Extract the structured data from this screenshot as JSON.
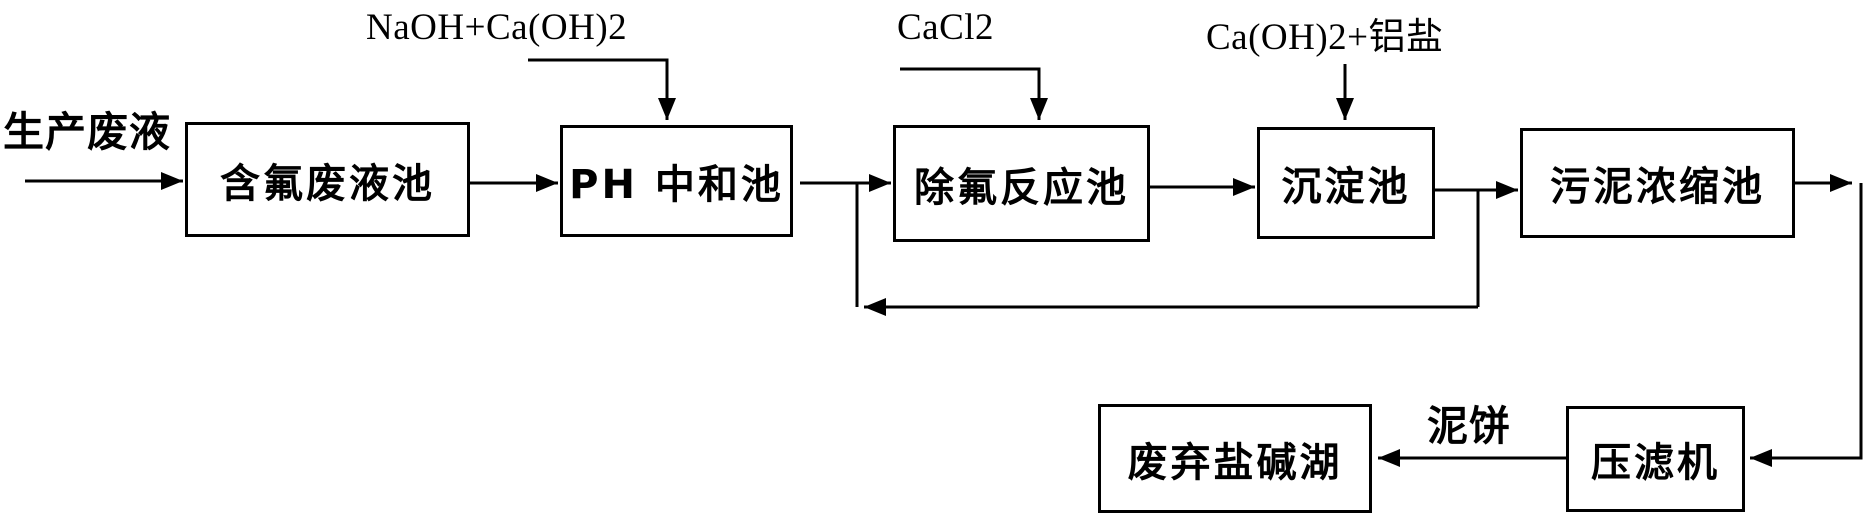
{
  "canvas": {
    "background": "#ffffff",
    "line_color": "#000000"
  },
  "nodes": [
    {
      "id": "fluoride-waste-pool",
      "label": "含氟废液池"
    },
    {
      "id": "ph-neutralization-pool",
      "label": "PH 中和池"
    },
    {
      "id": "defluorination-reaction-pool",
      "label": "除氟反应池"
    },
    {
      "id": "sedimentation-pool",
      "label": "沉淀池"
    },
    {
      "id": "sludge-thickening-pool",
      "label": "污泥浓缩池"
    },
    {
      "id": "filter-press",
      "label": "压滤机"
    },
    {
      "id": "abandoned-salt-alkali-lake",
      "label": "废弃盐碱湖"
    }
  ],
  "annotations": [
    {
      "id": "production-waste-liquid",
      "label": "生产废液"
    },
    {
      "id": "naoh-caoh2-dosing",
      "label": "NaOH+Ca(OH)2"
    },
    {
      "id": "cacl2-dosing",
      "label": "CaCl2"
    },
    {
      "id": "caoh2-aluminum-dosing",
      "label": "Ca(OH)2+铝盐"
    },
    {
      "id": "mud-cake",
      "label": "泥饼"
    }
  ],
  "edges": [
    {
      "from": "production-waste-liquid",
      "to": "fluoride-waste-pool"
    },
    {
      "from": "fluoride-waste-pool",
      "to": "ph-neutralization-pool"
    },
    {
      "from": "naoh-caoh2-dosing",
      "to": "ph-neutralization-pool"
    },
    {
      "from": "ph-neutralization-pool",
      "to": "defluorination-reaction-pool"
    },
    {
      "from": "cacl2-dosing",
      "to": "defluorination-reaction-pool"
    },
    {
      "from": "defluorination-reaction-pool",
      "to": "sedimentation-pool"
    },
    {
      "from": "caoh2-aluminum-dosing",
      "to": "sedimentation-pool"
    },
    {
      "from": "sedimentation-pool",
      "to": "sludge-thickening-pool"
    },
    {
      "from": "sedimentation-pool-outlet",
      "to": "defluorination-reaction-pool-inlet",
      "type": "recycle"
    },
    {
      "from": "sludge-thickening-pool",
      "to": "filter-press"
    },
    {
      "from": "filter-press",
      "to": "abandoned-salt-alkali-lake",
      "via_label": "泥饼"
    }
  ]
}
